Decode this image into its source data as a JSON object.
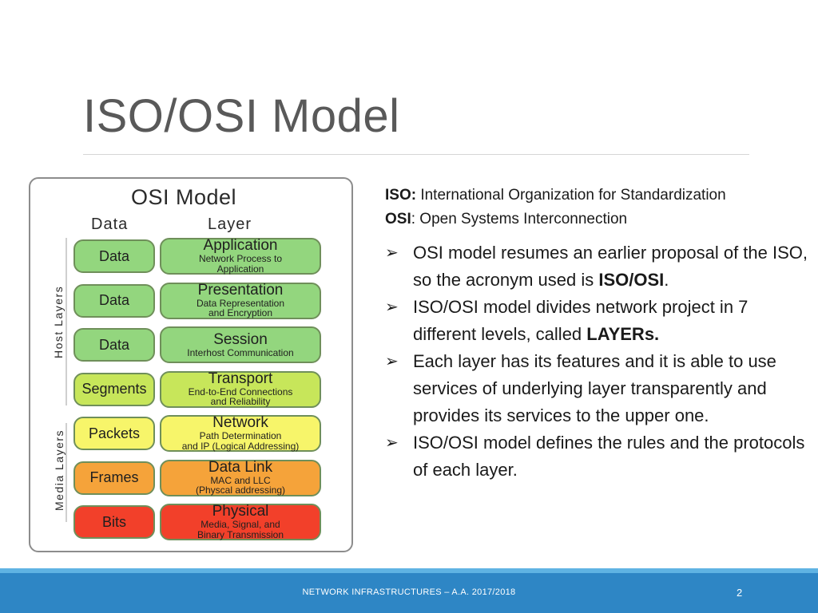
{
  "slide": {
    "title": "ISO/OSI Model",
    "footer": "NETWORK INFRASTRUCTURES – A.A. 2017/2018",
    "page_number": "2"
  },
  "diagram": {
    "title": "OSI Model",
    "col_data": "Data",
    "col_layer": "Layer",
    "host_label": "Host Layers",
    "media_label": "Media Layers",
    "rows": [
      {
        "data": "Data",
        "name": "Application",
        "desc1": "Network Process to",
        "desc2": "Application",
        "color": "#93d67e"
      },
      {
        "data": "Data",
        "name": "Presentation",
        "desc1": "Data Representation",
        "desc2": "and Encryption",
        "color": "#93d67e"
      },
      {
        "data": "Data",
        "name": "Session",
        "desc1": "Interhost Communication",
        "desc2": "",
        "color": "#93d67e"
      },
      {
        "data": "Segments",
        "name": "Transport",
        "desc1": "End-to-End Connections",
        "desc2": "and Reliability",
        "color": "#c7e65a"
      },
      {
        "data": "Packets",
        "name": "Network",
        "desc1": "Path Determination",
        "desc2": "and IP (Logical Addressing)",
        "color": "#f7f56a"
      },
      {
        "data": "Frames",
        "name": "Data Link",
        "desc1": "MAC and LLC",
        "desc2": "(Physcal addressing)",
        "color": "#f5a33a"
      },
      {
        "data": "Bits",
        "name": "Physical",
        "desc1": "Media, Signal, and",
        "desc2": "Binary Transmission",
        "color": "#f2402a"
      }
    ]
  },
  "definitions": [
    {
      "term": "ISO:",
      "text": " International Organization for Standardization"
    },
    {
      "term": "OSI",
      "text": ": Open Systems Interconnection"
    }
  ],
  "bullets": [
    {
      "pre": "OSI model resumes an earlier proposal of the ISO, so the acronym used is ",
      "bold": "ISO/OSI",
      "post": "."
    },
    {
      "pre": "ISO/OSI model divides network project in 7 different levels, called ",
      "bold": "LAYERs.",
      "post": ""
    },
    {
      "pre": "Each layer has its features and it is able to use services of underlying layer transparently and provides its services to the upper one.",
      "bold": "",
      "post": ""
    },
    {
      "pre": "ISO/OSI model defines the rules and the protocols of each layer.",
      "bold": "",
      "post": ""
    }
  ],
  "icons": {
    "bullet": "arrow-bullet-icon",
    "bullet_glyph": "➢"
  }
}
